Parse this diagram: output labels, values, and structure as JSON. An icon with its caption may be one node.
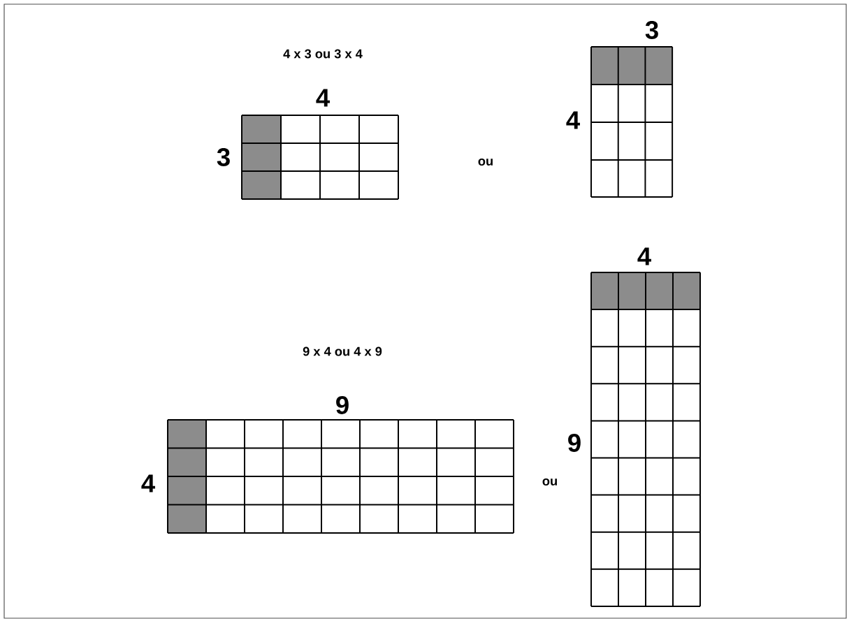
{
  "diagram": {
    "labels": [
      "3",
      "4 x 3 ou 3 x 4",
      "4",
      "4",
      "3",
      "ou",
      "4",
      "9 x 4 ou 4 x 9",
      "9",
      "9",
      "ou",
      "4"
    ]
  }
}
